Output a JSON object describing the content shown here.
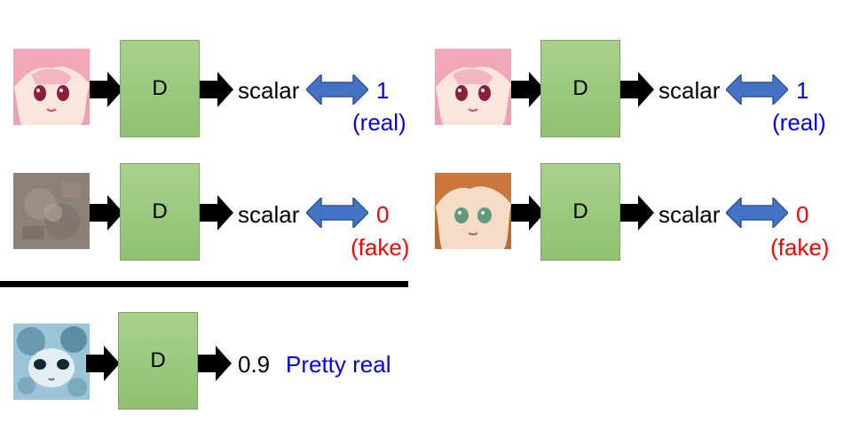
{
  "discriminator_label": "D",
  "rows": [
    {
      "output": "scalar",
      "target": "1",
      "target_note": "(real)"
    },
    {
      "output": "scalar",
      "target": "0",
      "target_note": "(fake)"
    },
    {
      "output": "scalar",
      "target": "1",
      "target_note": "(real)"
    },
    {
      "output": "scalar",
      "target": "0",
      "target_note": "(fake)"
    }
  ],
  "bottom": {
    "score": "0.9",
    "verdict": "Pretty real"
  },
  "colors": {
    "box": "#a9d18e",
    "double_arrow": "#4472c4",
    "real": "#0000ff",
    "fake": "#ff0000"
  }
}
